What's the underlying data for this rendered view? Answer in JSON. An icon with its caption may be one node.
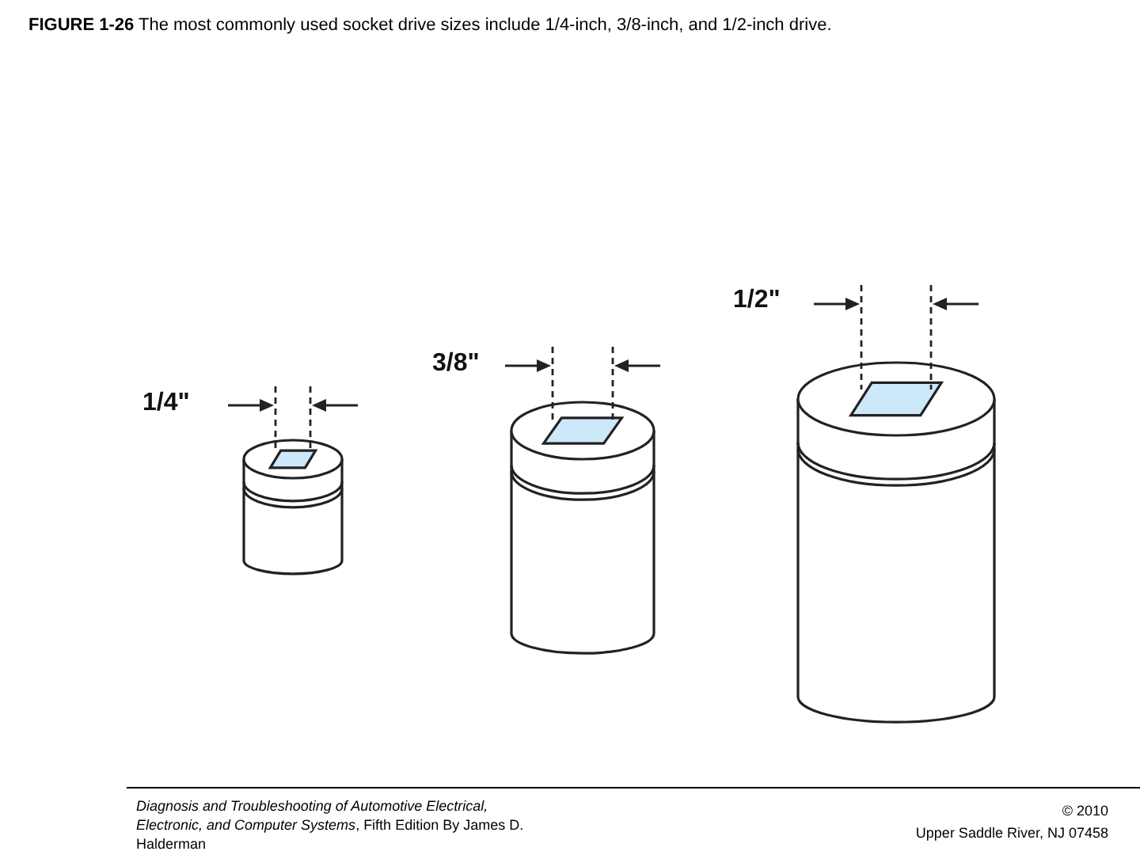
{
  "diagram": {
    "title": "**FIGURE 1-26** The most commonly used socket drive sizes include 1/4-inch, 3/8-inch, and 1/2-inch drive.",
    "labels": [
      "1/4\"",
      "3/8\"",
      "1/2\"",
      "*Diagnosis and Troubleshooting of Automotive Electrical, Electronic, and Computer Systems*, Fifth Edition By James D. Halderman",
      "© 2010",
      "Upper Saddle River, NJ 07458"
    ]
  }
}
